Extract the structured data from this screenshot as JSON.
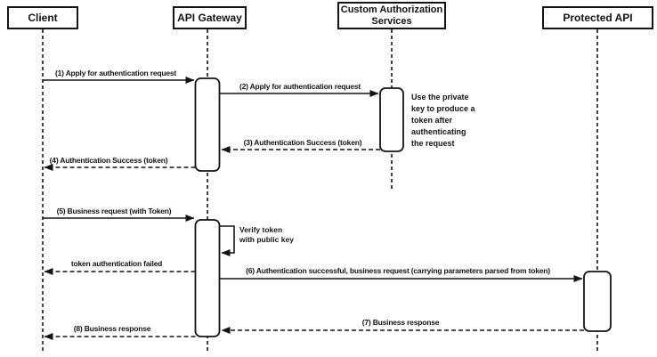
{
  "diagram": {
    "type": "sequence-diagram",
    "colors": {
      "line": "#141414",
      "background": "#ffffff",
      "box_fill": "#ffffff"
    },
    "participants": [
      {
        "id": "client",
        "label": "Client"
      },
      {
        "id": "api-gateway",
        "label": "API Gateway"
      },
      {
        "id": "custom-authorization-services",
        "label": "Custom Authorization Services"
      },
      {
        "id": "protected-api",
        "label": "Protected API"
      }
    ],
    "messages": [
      {
        "from": "Client",
        "to": "API Gateway",
        "style": "solid",
        "label": "(1) Apply for authentication request"
      },
      {
        "from": "API Gateway",
        "to": "Custom Authorization Services",
        "style": "solid",
        "label": "(2) Apply for authentication request"
      },
      {
        "from": "Custom Authorization Services",
        "to": "API Gateway",
        "style": "dashed",
        "label": "(3) Authentication Success (token)"
      },
      {
        "from": "API Gateway",
        "to": "Client",
        "style": "dashed",
        "label": "(4) Authentication Success (token)"
      },
      {
        "from": "Client",
        "to": "API Gateway",
        "style": "solid",
        "label": "(5) Business request (with Token)"
      },
      {
        "from": "API Gateway",
        "to": "API Gateway",
        "style": "self",
        "label": "Verify token\nwith public key"
      },
      {
        "from": "API Gateway",
        "to": "Client",
        "style": "dashed",
        "label": "token authentication failed"
      },
      {
        "from": "API Gateway",
        "to": "Protected API",
        "style": "solid",
        "label": "(6) Authentication successful, business request (carrying parameters parsed from token)"
      },
      {
        "from": "Protected API",
        "to": "API Gateway",
        "style": "dashed",
        "label": "(7) Business response"
      },
      {
        "from": "API Gateway",
        "to": "Client",
        "style": "dashed",
        "label": "(8) Business response"
      }
    ],
    "note": {
      "attached_to": "Custom Authorization Services",
      "text": "Use the private\nkey to produce a\ntoken after\nauthenticating\nthe request"
    }
  }
}
